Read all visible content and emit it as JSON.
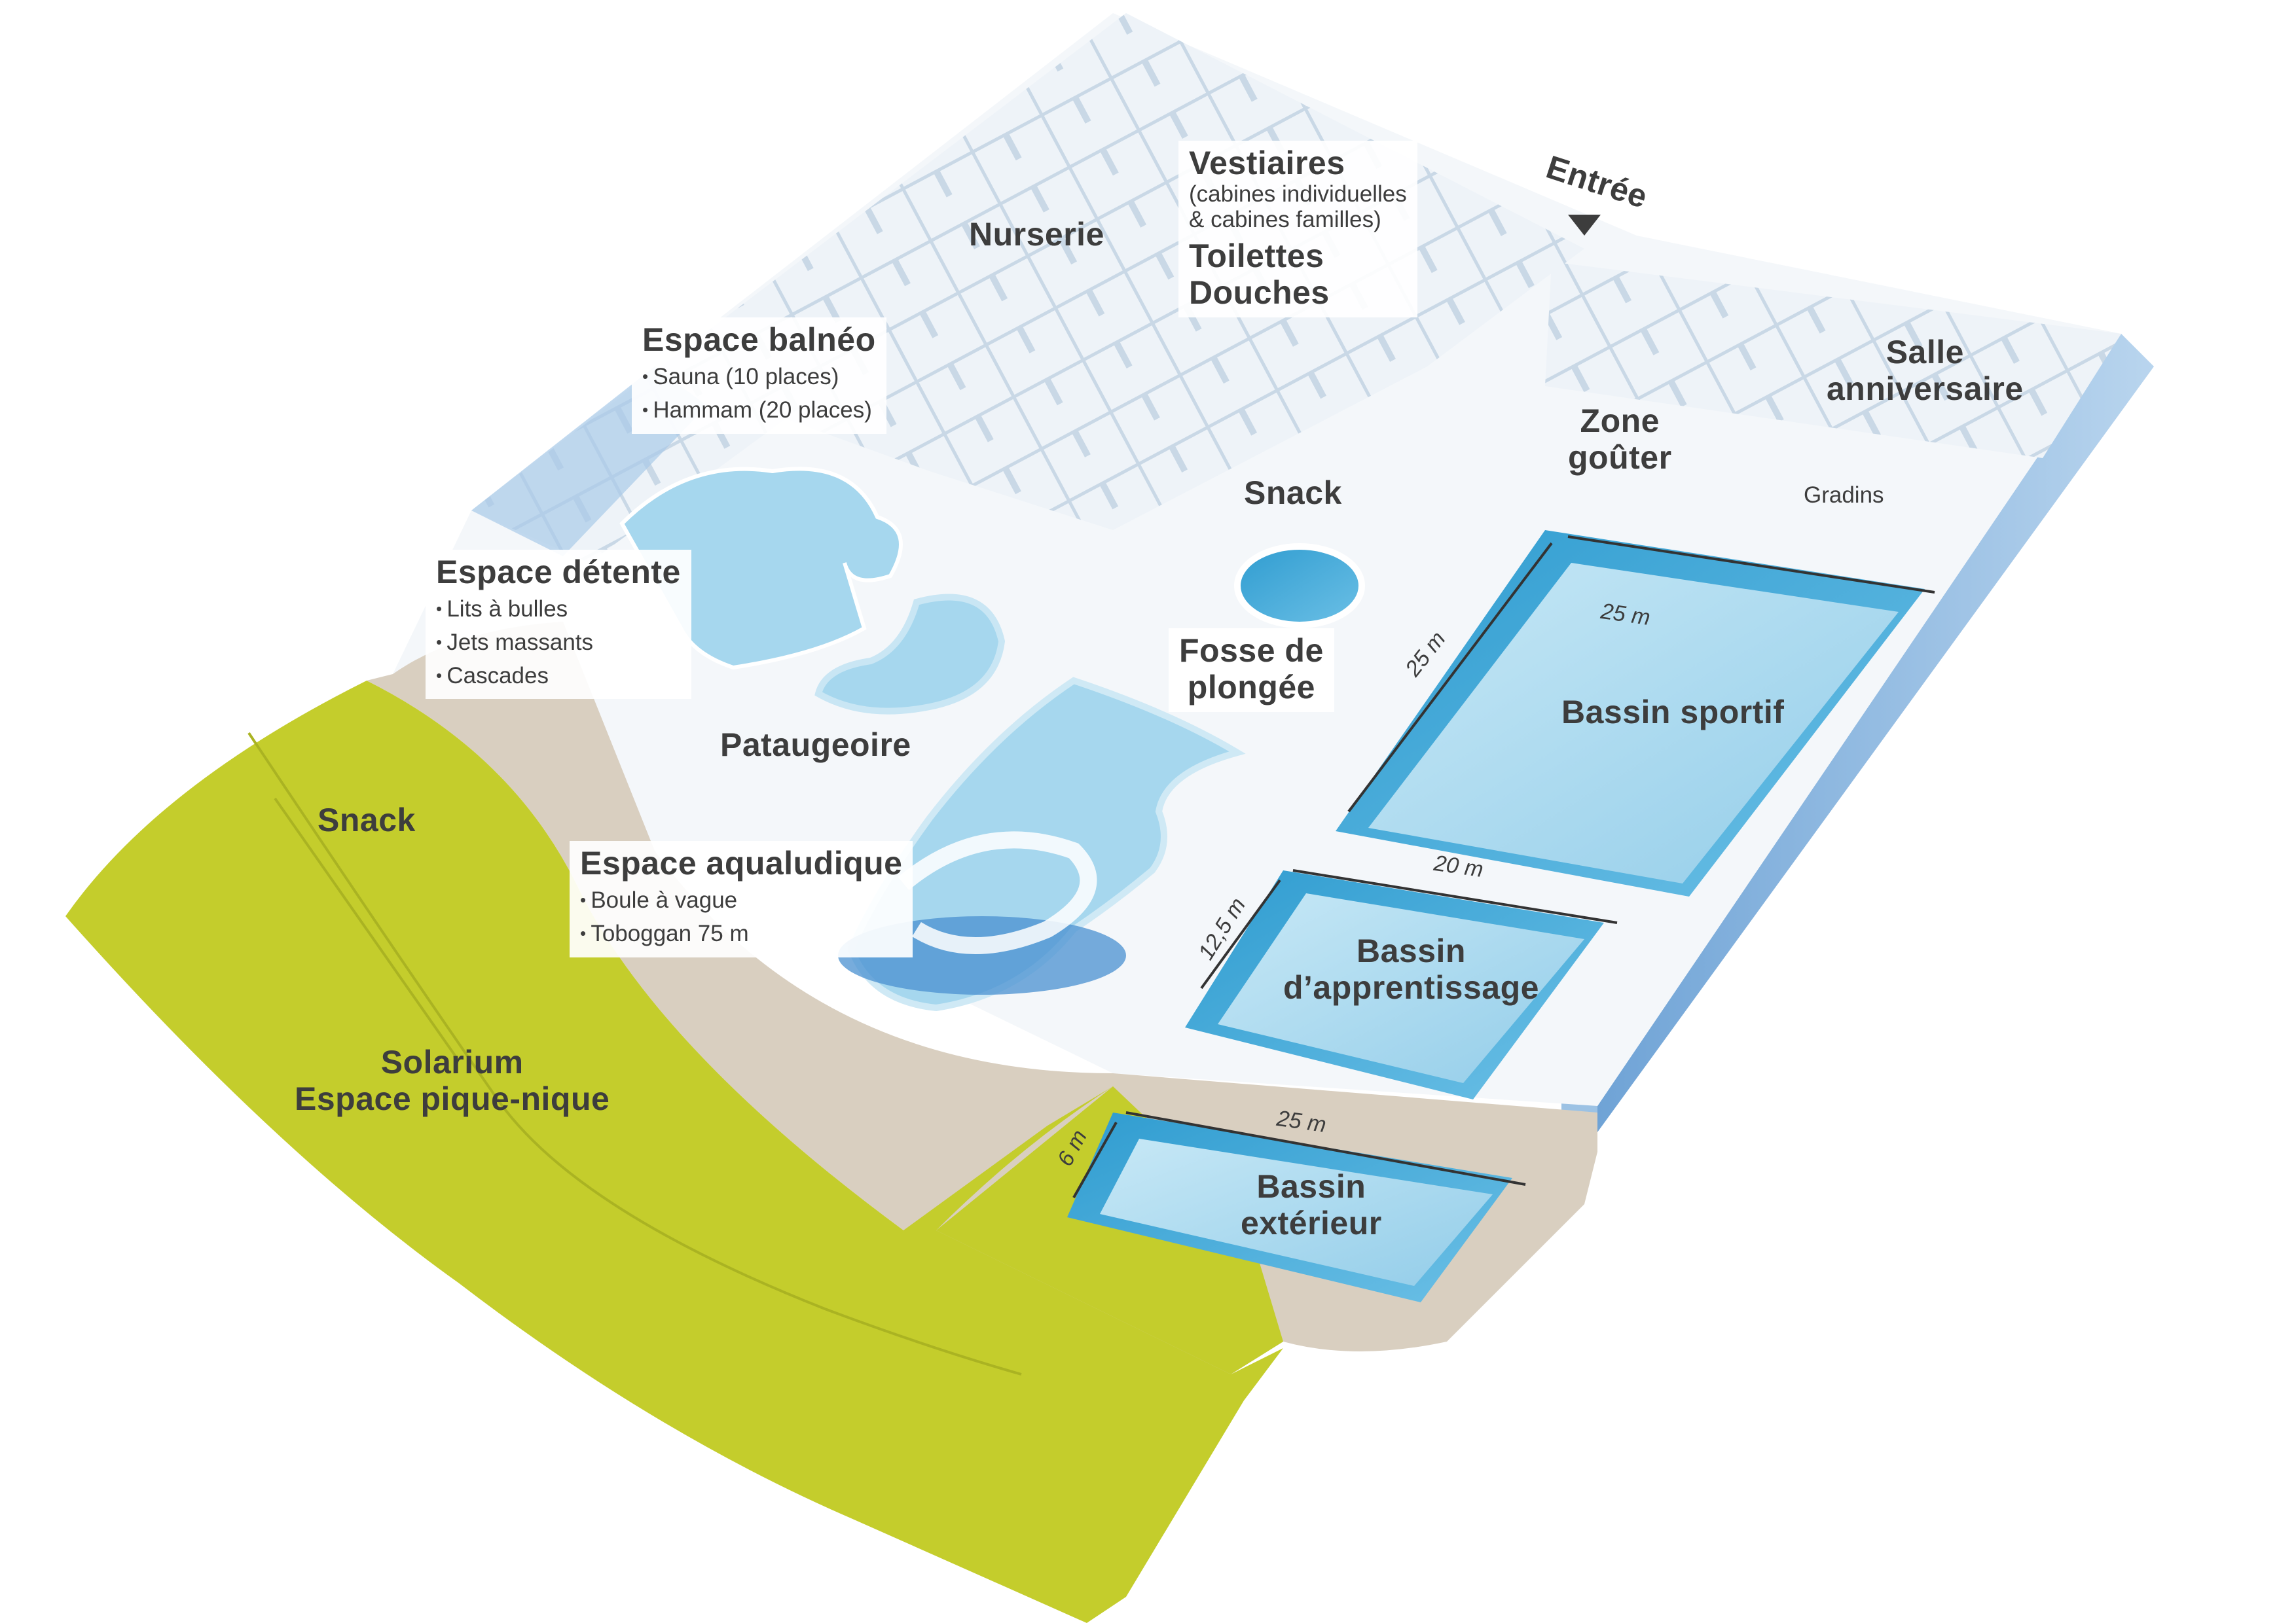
{
  "title": "",
  "zones": {
    "vestiaires": {
      "title": "Vestiaires",
      "details": [
        "(cabines individuelles",
        "& cabines familles)"
      ],
      "extra": [
        "Toilettes",
        "Douches"
      ]
    },
    "nurserie": {
      "title": "Nurserie"
    },
    "entree": {
      "title": "Entrée"
    },
    "salle_anniversaire": {
      "title": [
        "Salle",
        "anniversaire"
      ]
    },
    "zone_gouter": {
      "title": [
        "Zone",
        "goûter"
      ]
    },
    "gradins": {
      "title": "Gradins"
    },
    "espace_balneo": {
      "title": "Espace balnéo",
      "items": [
        "Sauna (10 places)",
        "Hammam (20 places)"
      ]
    },
    "snack_interieur": {
      "title": "Snack"
    },
    "espace_detente": {
      "title": "Espace détente",
      "items": [
        "Lits à bulles",
        "Jets massants",
        "Cascades"
      ]
    },
    "fosse_plongee": {
      "title": [
        "Fosse de",
        "plongée"
      ]
    },
    "pataugeoire": {
      "title": "Pataugeoire"
    },
    "bassin_sportif": {
      "title": "Bassin sportif",
      "length": "25 m",
      "width": "25 m"
    },
    "snack_exterieur": {
      "title": "Snack"
    },
    "espace_aqualudique": {
      "title": "Espace aqualudique",
      "items": [
        "Boule à vague",
        "Toboggan 75 m"
      ]
    },
    "bassin_apprentissage": {
      "title": [
        "Bassin",
        "d’apprentissage"
      ],
      "length": "20 m",
      "width": "12,5 m"
    },
    "solarium": {
      "title": [
        "Solarium",
        "Espace pique-nique"
      ]
    },
    "bassin_exterieur": {
      "title": [
        "Bassin",
        "extérieur"
      ],
      "length": "25 m",
      "width": "6 m"
    }
  },
  "colors": {
    "lawn": "#c4cd2c",
    "lawn_edge": "#aab322",
    "beach": "#d9cfc0",
    "floor": "#f3f6f9",
    "wall": "#dde7f0",
    "wall_side": "#8fb6dc",
    "water": "#a8d9ef",
    "water_deep": "#3fa6d4",
    "text": "#3d3d3d"
  }
}
